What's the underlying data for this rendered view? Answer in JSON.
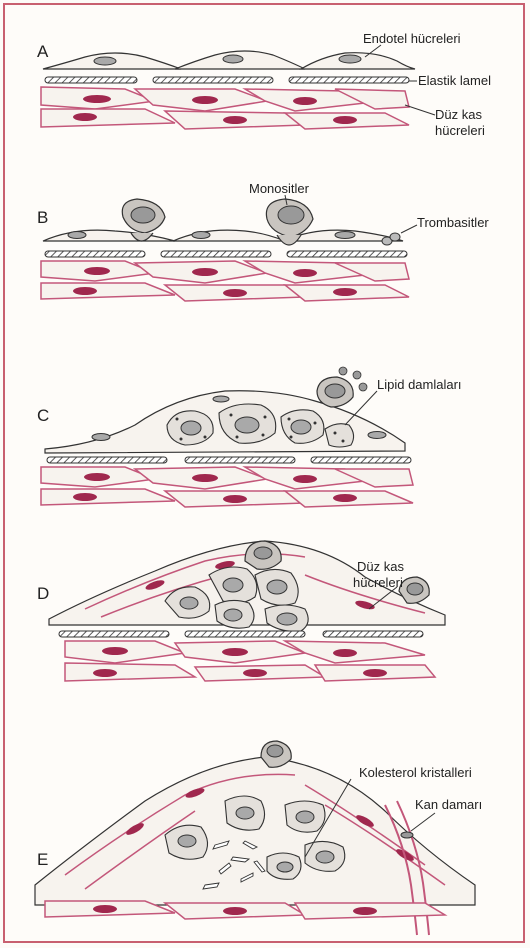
{
  "figure": {
    "border_color": "#c86070",
    "muscle_color": "#c3577a",
    "nucleus_color": "#a0284e",
    "cell_fill": "#f7f3ee",
    "nucleus_gray": "#a9a9a9"
  },
  "panels": [
    {
      "letter": "A",
      "labels": [
        "Endotel hücreleri",
        "Elastik lamel",
        "Düz kas",
        "hücreleri"
      ]
    },
    {
      "letter": "B",
      "labels": [
        "Monositler",
        "Trombasitler"
      ]
    },
    {
      "letter": "C",
      "labels": [
        "Lipid damlaları"
      ]
    },
    {
      "letter": "D",
      "labels": [
        "Düz kas",
        "hücreleri"
      ]
    },
    {
      "letter": "E",
      "labels": [
        "Kolesterol kristalleri",
        "Kan damarı"
      ]
    }
  ]
}
